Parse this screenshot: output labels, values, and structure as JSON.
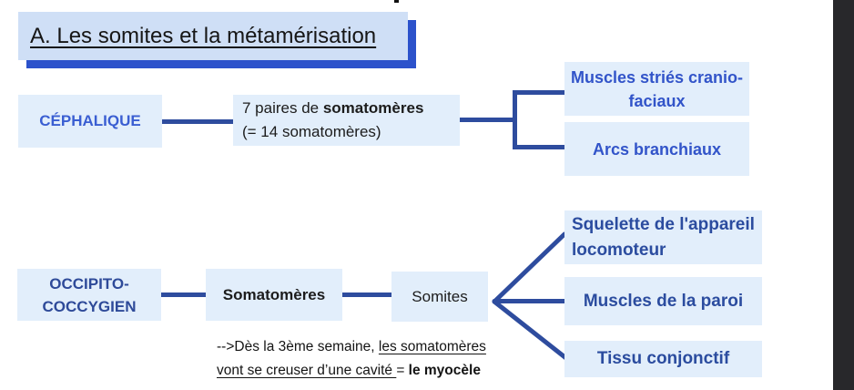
{
  "theme": {
    "title_box_bg": "#cfdff6",
    "title_shadow": "#2c52cb",
    "box_bg": "#e2eefb",
    "line_color": "#2e4c9e",
    "cephalique_color": "#3a5ed2",
    "top_outcome_color": "#3254c9",
    "occipito_color": "#2e4a99",
    "bottom_outcome_color": "#2b4c9f",
    "panel_color": "#28282b"
  },
  "title": "A. Les somites et la métamérisation",
  "top_flow": {
    "source": "CÉPHALIQUE",
    "middle_line1_prefix": "7 paires de ",
    "middle_line1_bold": "somatomères",
    "middle_line2": "(= 14 somatomères)",
    "outcomes": [
      "Muscles striés cranio-faciaux",
      "Arcs branchiaux"
    ]
  },
  "bottom_flow": {
    "source": "OCCIPITO-COCCYGIEN",
    "step1": "Somatomères",
    "step2": "Somites",
    "outcomes": [
      "Squelette de l'appareil locomoteur",
      "Muscles de la paroi",
      "Tissu conjonctif"
    ],
    "note": {
      "line1_plain": "-->Dès la 3ème semaine, ",
      "line1_underline": "les somatomères",
      "line2_underline": "vont se creuser d’une cavité ",
      "line2_plain": "= ",
      "line2_bold": "le myocèle"
    }
  }
}
